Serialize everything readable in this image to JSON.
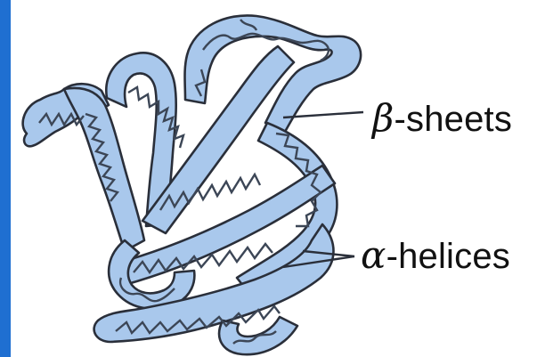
{
  "colors": {
    "border": "#1f6fd1",
    "fill": "#a9c8ec",
    "outline": "#2a2f3a",
    "helix": "#3c4656",
    "text": "#111111"
  },
  "labels": {
    "beta_symbol": "β",
    "beta_text": "-sheets",
    "alpha_symbol": "α",
    "alpha_text": "-helices"
  }
}
